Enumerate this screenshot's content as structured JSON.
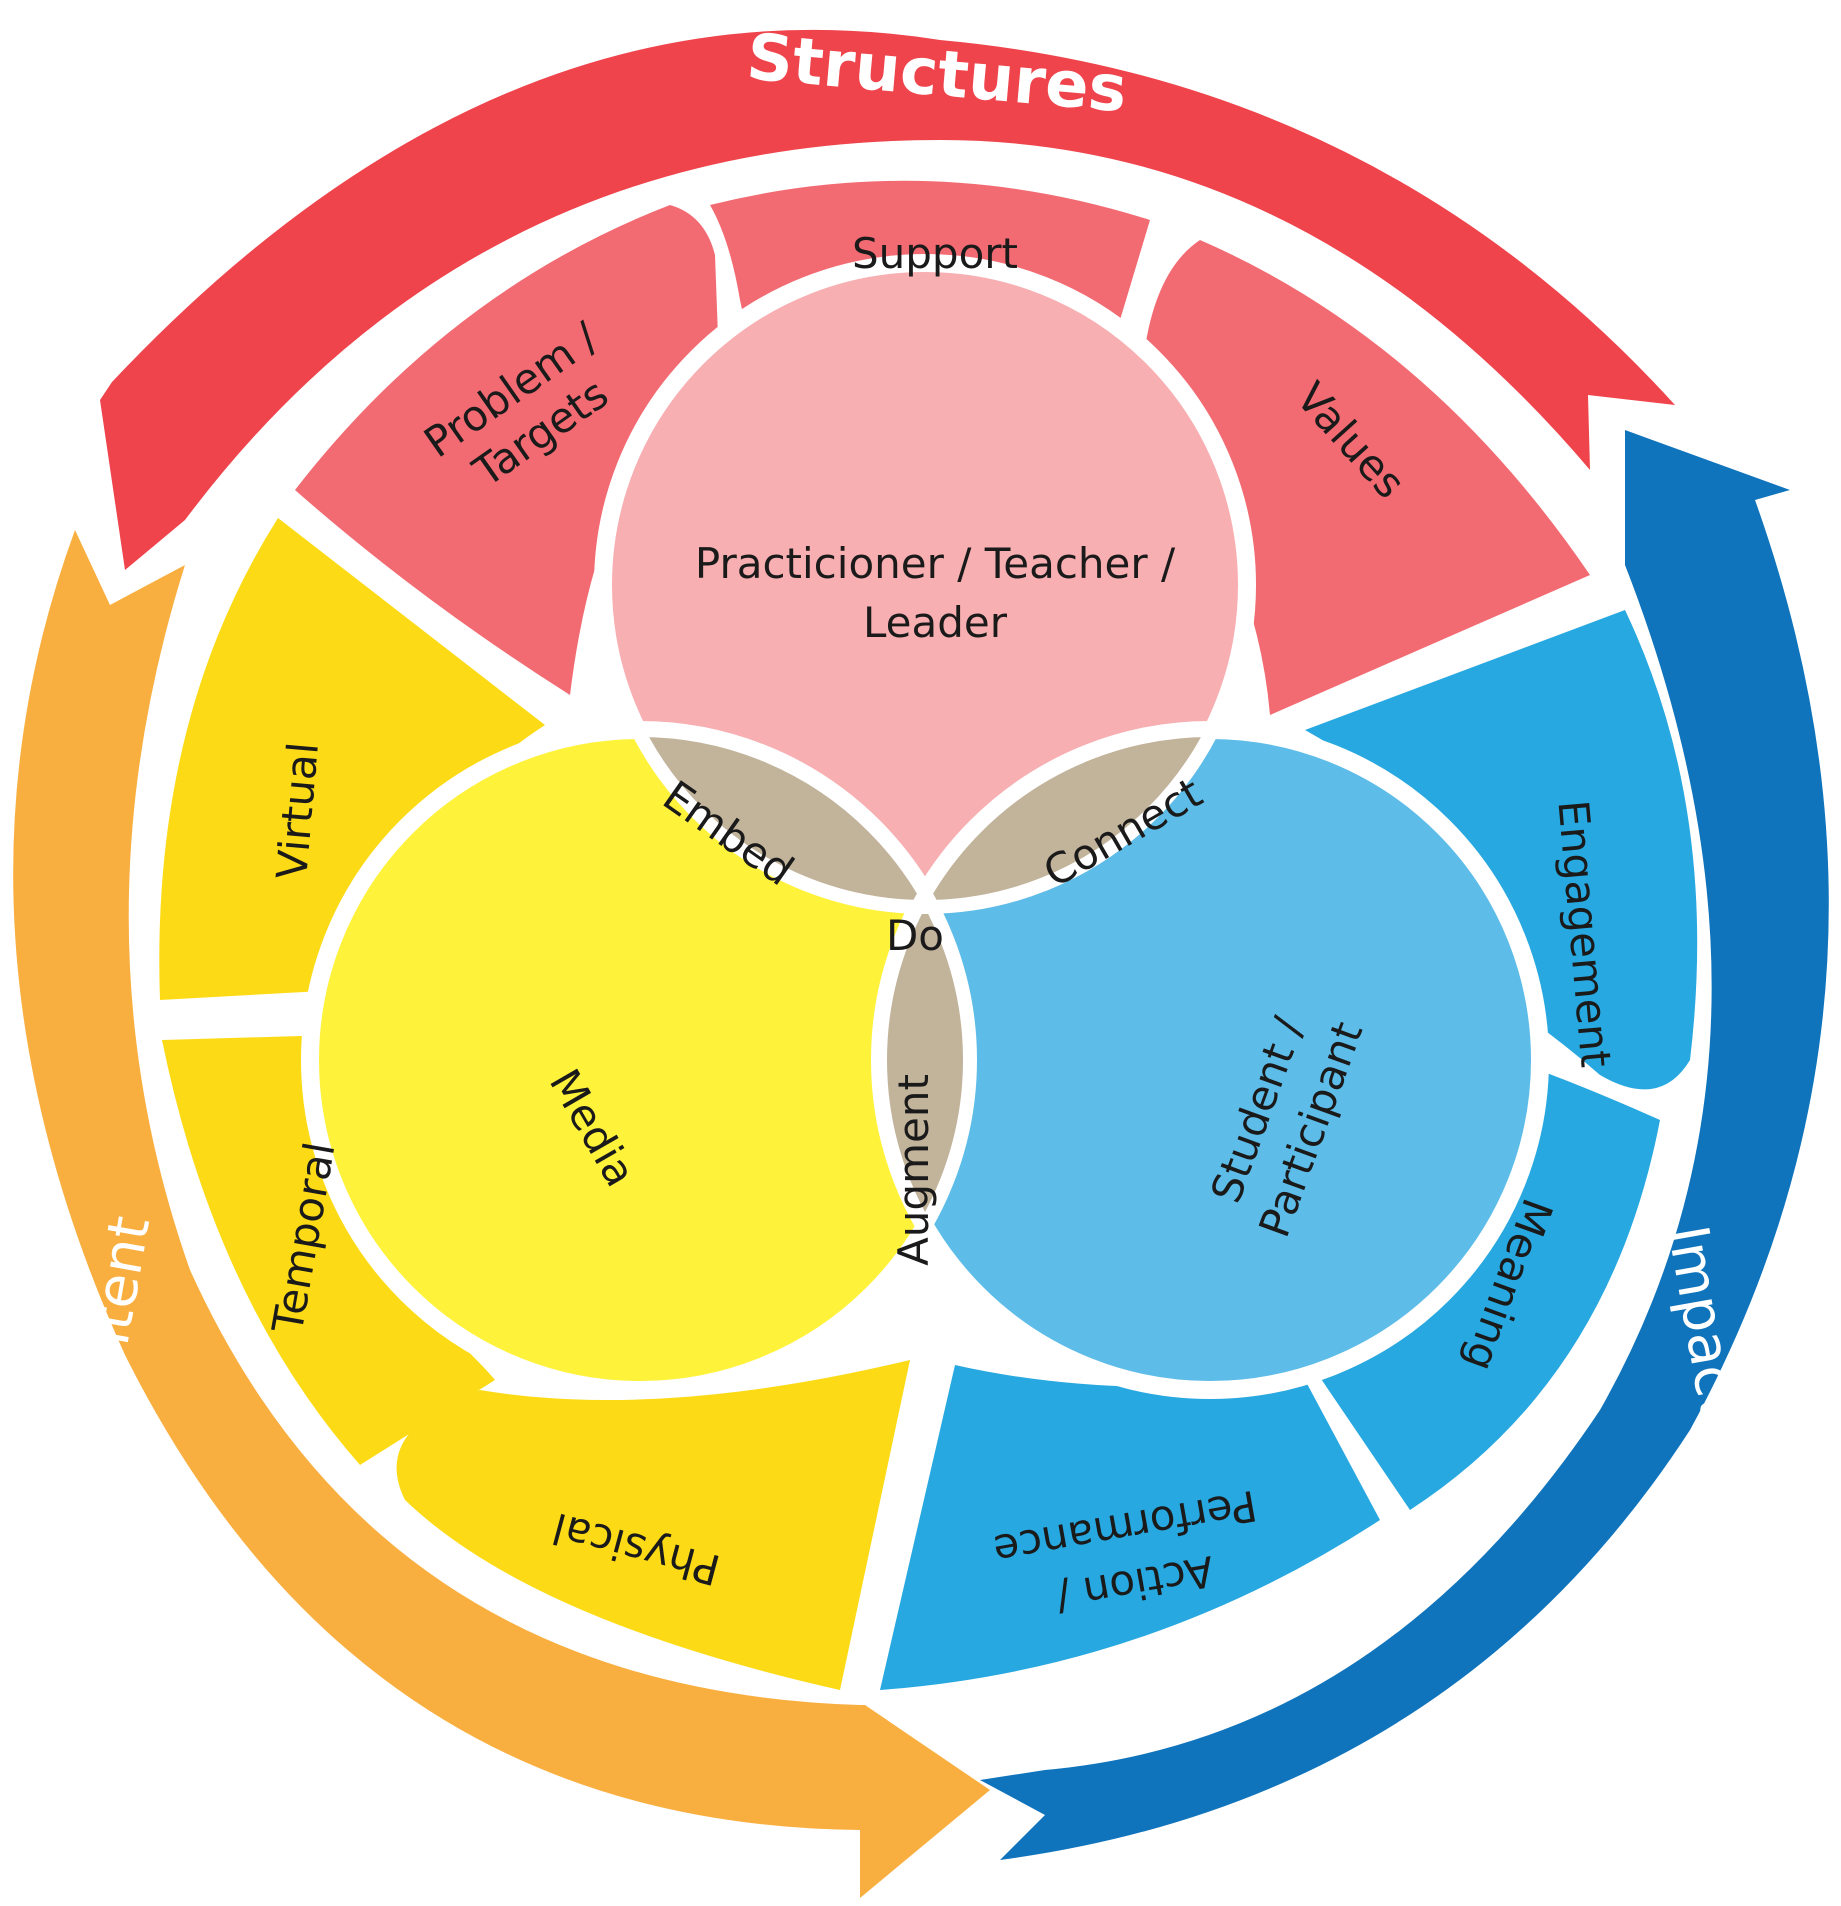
{
  "colors": {
    "structures": "#ef444c",
    "structures_seg": "#f36b72",
    "leader_circle": "#f7afb2",
    "content": "#f9af40",
    "content_seg": "#fcdb16",
    "media_circle": "#fef23a",
    "impact": "#1074bc",
    "impact_seg": "#27a8e0",
    "student_circle": "#5dbce8",
    "overlap": "#c2b39b"
  },
  "arrows": {
    "structures": "Structures",
    "content": "Content",
    "impact": "Impact"
  },
  "segments": {
    "problem_targets_1": "Problem /",
    "problem_targets_2": "Targets",
    "support": "Support",
    "values": "Values",
    "virtual": "Virtual",
    "temporal": "Temporal",
    "physical": "Physical",
    "engagement": "Engagement",
    "meaning": "Meaning",
    "action_1": "Action /",
    "action_2": "Performance"
  },
  "circles": {
    "leader_1": "Practicioner / Teacher /",
    "leader_2": "Leader",
    "media": "Media",
    "student_1": "Student /",
    "student_2": "Participant"
  },
  "overlaps": {
    "embed": "Embed",
    "connect": "Connect",
    "augment": "Augment",
    "do": "Do"
  }
}
